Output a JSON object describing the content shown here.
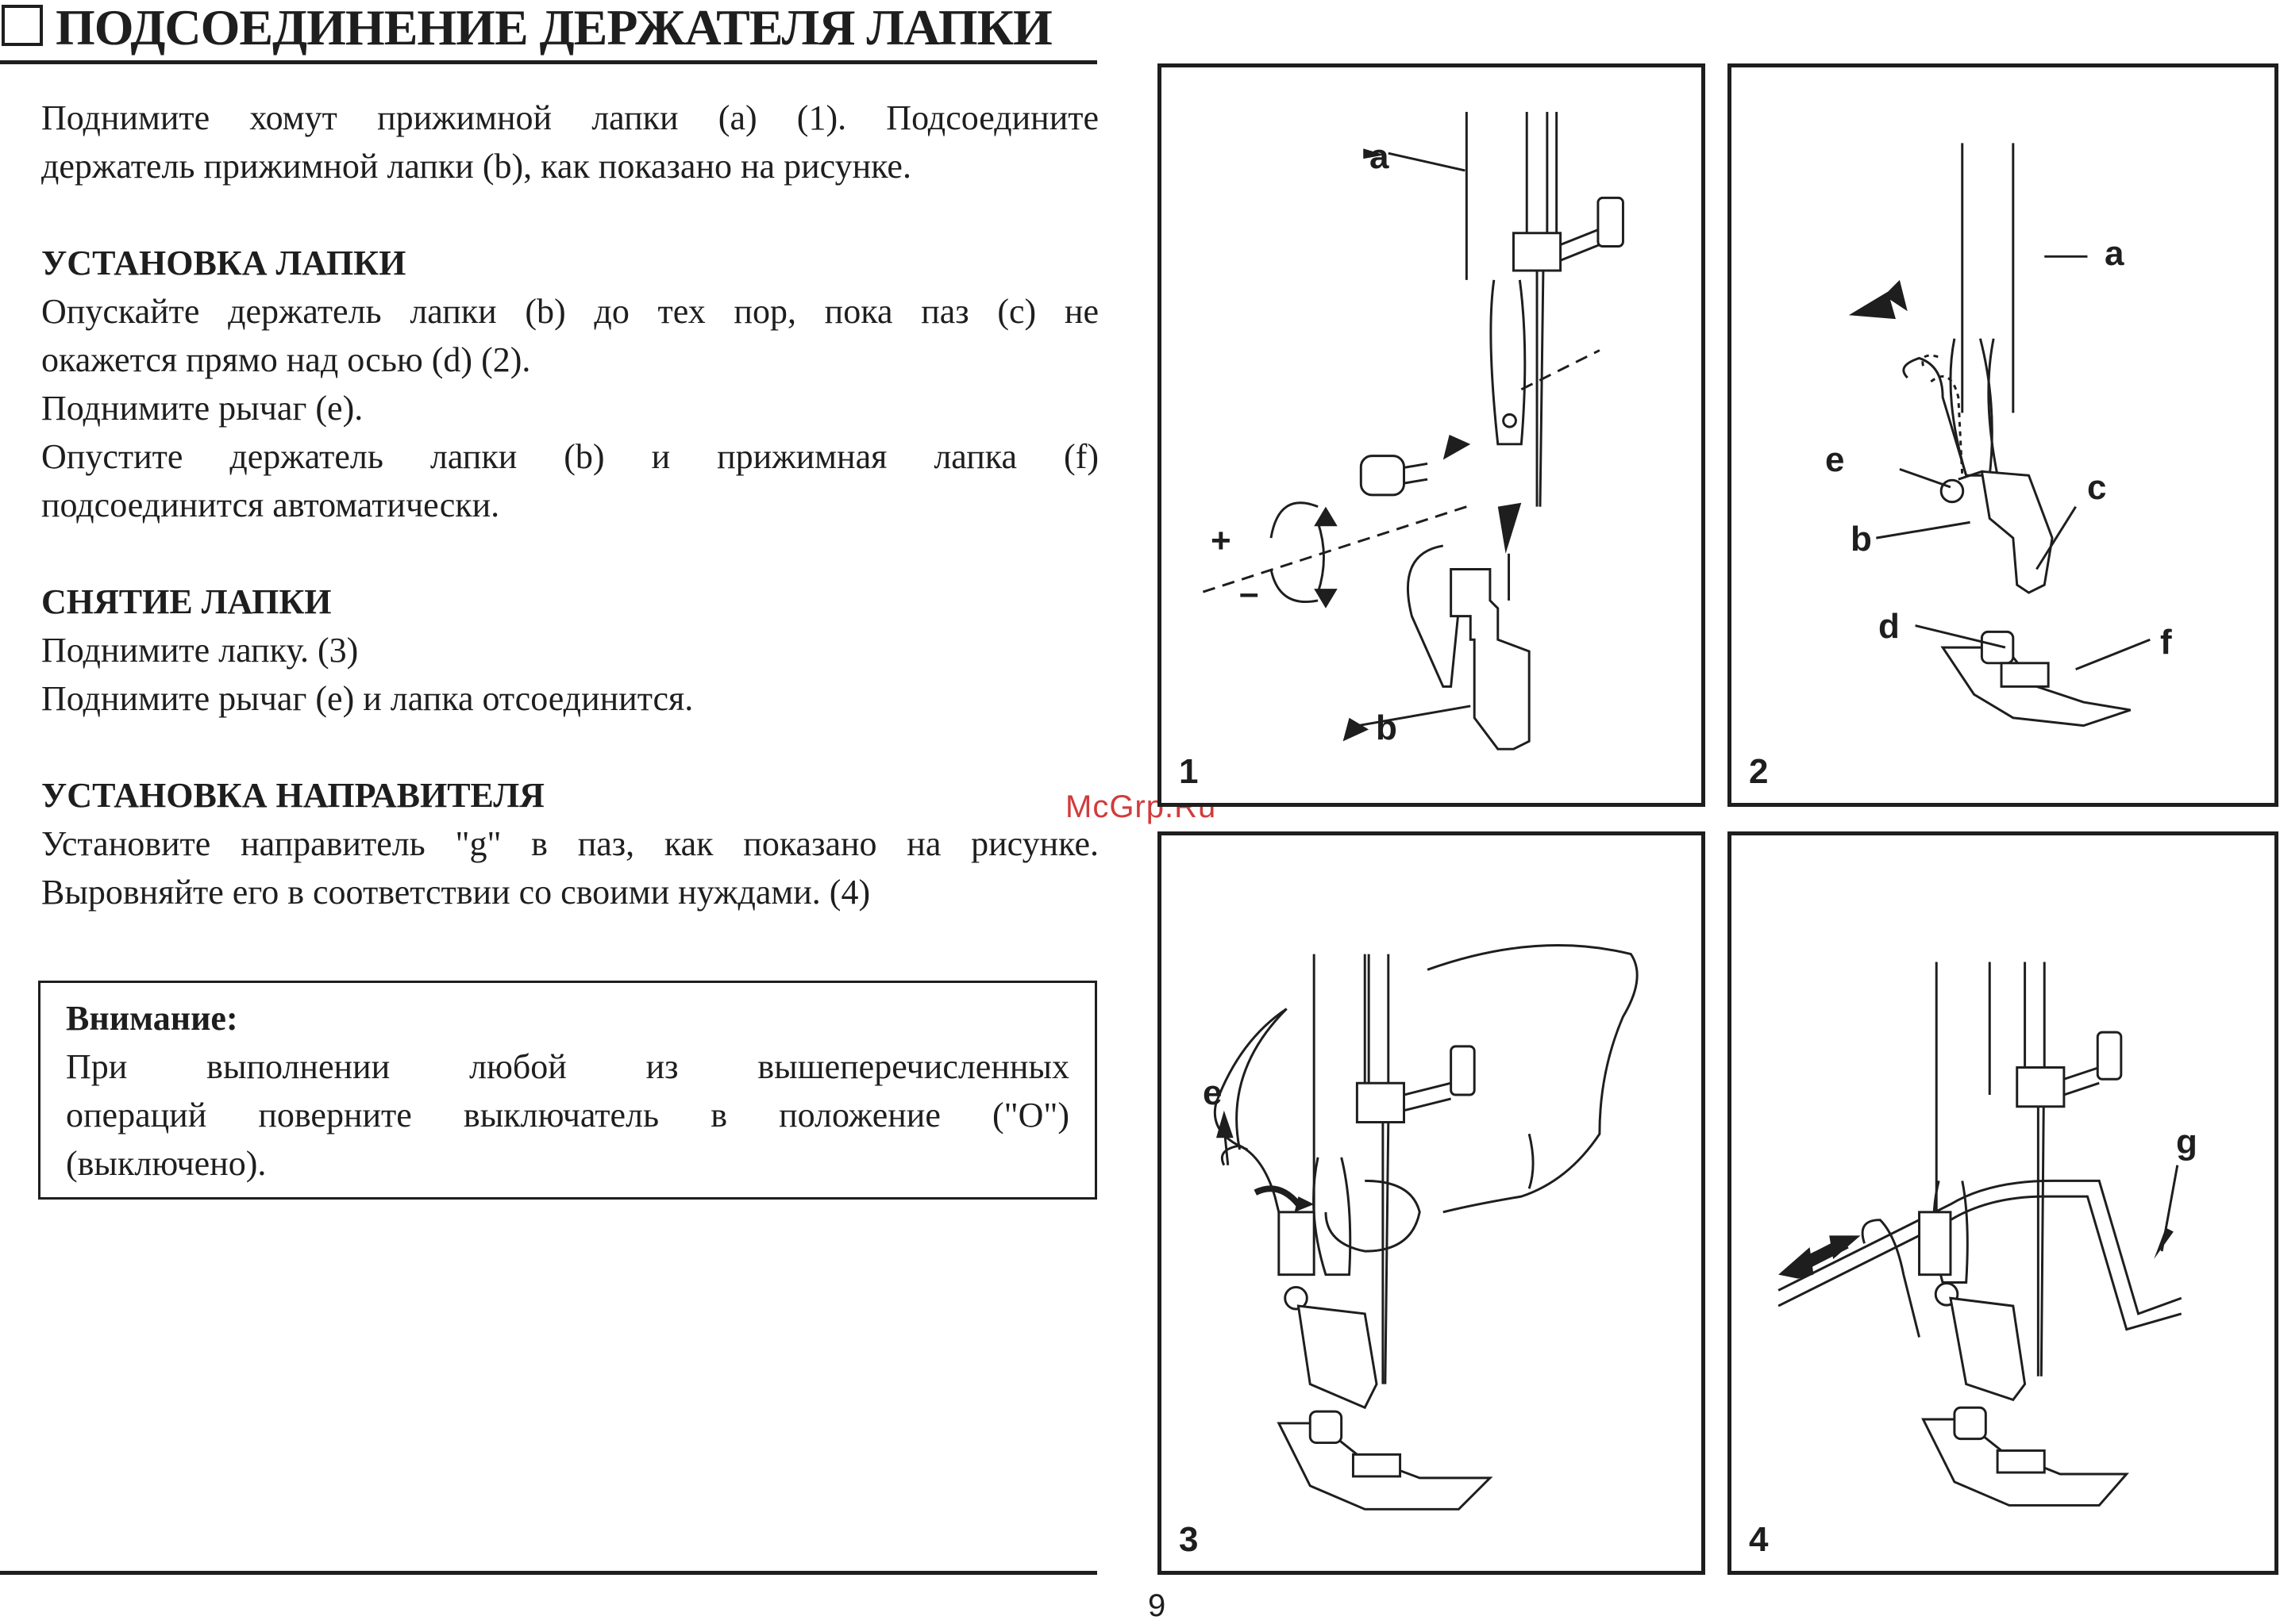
{
  "header": {
    "title": "ПОДСОЕДИНЕНИЕ ДЕРЖАТЕЛЯ ЛАПКИ"
  },
  "intro": {
    "lines": [
      "Поднимите хомут прижимной лапки (a) (1). Подсоедините",
      "держатель прижимной лапки (b), как показано на рисунке."
    ]
  },
  "sections": [
    {
      "heading": "УСТАНОВКА ЛАПКИ",
      "lines": [
        "Опускайте держатель лапки (b) до тех пор, пока паз (c) не",
        "окажется прямо над осью (d) (2).",
        "Поднимите рычаг (e).",
        "Опустите держатель лапки (b) и прижимная лапка (f)",
        "подсоединится автоматически."
      ]
    },
    {
      "heading": "СНЯТИЕ ЛАПКИ",
      "lines": [
        "Поднимите лапку. (3)",
        "Поднимите рычаг (e) и лапка отсоединится."
      ]
    },
    {
      "heading": "УСТАНОВКА НАПРАВИТЕЛЯ",
      "lines": [
        "Установите направитель \"g\" в паз, как показано на рисунке.",
        "Выровняйте его в соответствии со своими нуждами. (4)"
      ]
    }
  ],
  "warning": {
    "title": "Внимание:",
    "lines": [
      "При выполнении любой из вышеперечисленных",
      "операций поверните выключатель в положение (\"O\")",
      "(выключено)."
    ]
  },
  "figures": [
    {
      "number": "1",
      "labels": {
        "a": "a",
        "b": "b",
        "plus": "+",
        "minus": "–"
      }
    },
    {
      "number": "2",
      "labels": {
        "a": "a",
        "b": "b",
        "c": "c",
        "d": "d",
        "e": "e",
        "f": "f"
      }
    },
    {
      "number": "3",
      "labels": {
        "e": "e"
      }
    },
    {
      "number": "4",
      "labels": {
        "g": "g"
      }
    }
  ],
  "footer": {
    "page_number": "9",
    "watermark": "McGrp.Ru"
  },
  "colors": {
    "ink": "#1e1e1e",
    "watermark": "#d23b3b"
  }
}
